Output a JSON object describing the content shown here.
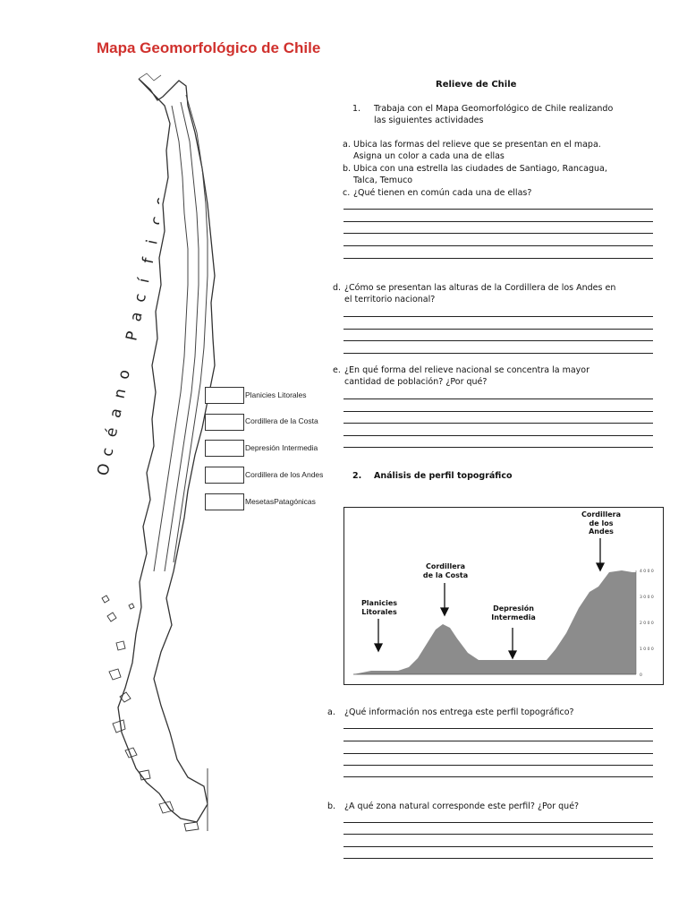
{
  "map": {
    "title": "Mapa Geomorfológico de Chile",
    "ocean_label": "Océano Pacífico",
    "ocean_letters": [
      "O",
      "c",
      "é",
      "a",
      "n",
      "o",
      "P",
      "a",
      "c",
      "í",
      "f",
      "i",
      "c",
      "o"
    ],
    "legend": [
      "Planicies Litorales",
      "Cordillera de la Costa",
      "Depresión Intermedia",
      "Cordillera de los Andes",
      "MesetasPatagónicas"
    ]
  },
  "worksheet": {
    "title": "Relieve de Chile",
    "q1_number": "1.",
    "q1_text_line1": "Trabaja con el Mapa Geomorfológico de Chile realizando",
    "q1_text_line2": "las       siguientes actividades",
    "items": {
      "a_marker": "a.",
      "a_line1": "Ubica las formas del relieve que se presentan en el mapa.",
      "a_line2": "Asigna un color a cada una de ellas",
      "b_marker": "b.",
      "b_line1": "Ubica con una estrella las ciudades de Santiago, Rancagua,",
      "b_line2": "Talca, Temuco",
      "c_marker": "c.",
      "c_line1": "¿Qué tienen en común cada una de ellas?",
      "d_marker": "d.",
      "d_line1": "¿Cómo se presentan las alturas de la Cordillera de los Andes en",
      "d_line2": "el territorio nacional?",
      "e_marker": "e.",
      "e_line1": "¿En qué forma del relieve nacional se concentra la mayor",
      "e_line2": "cantidad de población? ¿Por qué?"
    },
    "q2_number": "2.",
    "q2_title": "Análisis de perfil topográfico",
    "q3_marker": "a.",
    "q3_text": "¿Qué información nos entrega este perfil topográfico?",
    "q4_marker": "b.",
    "q4_text": "¿A qué zona natural corresponde este perfil? ¿Por qué?"
  },
  "profile": {
    "labels": {
      "planicies": [
        "Planicies",
        "Litorales"
      ],
      "costa": [
        "Cordillera",
        "de la Costa"
      ],
      "depresion": [
        "Depresión",
        "Intermedia"
      ],
      "andes": [
        "Cordillera",
        "de los",
        "Andes"
      ]
    },
    "y_ticks": [
      "4 0 0 0",
      "3 0 0 0",
      "2 0 0 0",
      "1 0 0 0",
      "0"
    ],
    "colors": {
      "terrain": "#8c8c8c",
      "frame": "#222222"
    }
  }
}
